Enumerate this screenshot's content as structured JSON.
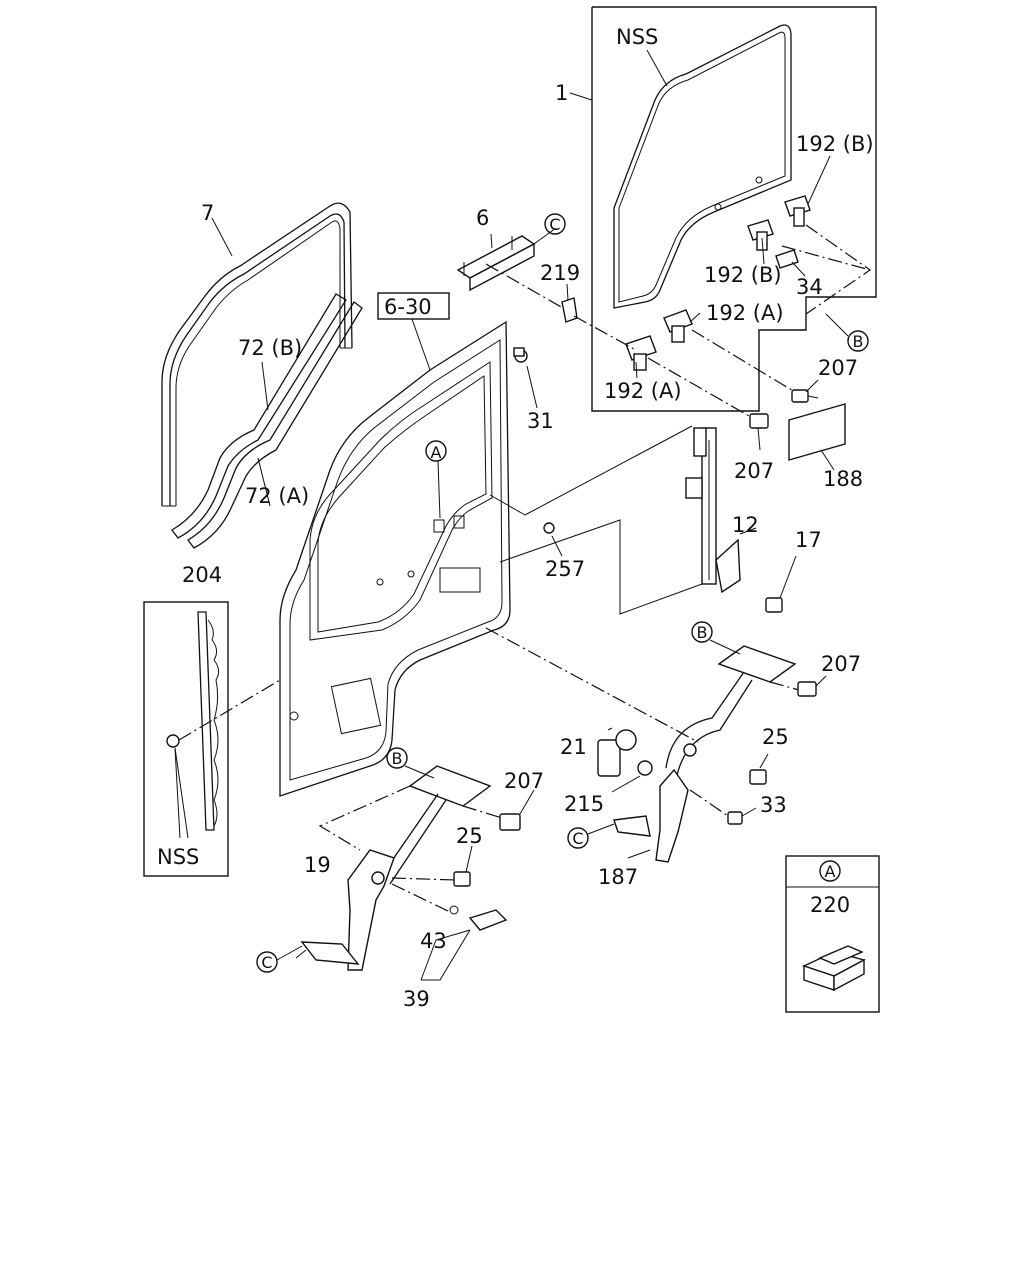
{
  "callouts": {
    "p1": "1",
    "nss_glass": "NSS",
    "p192b_a": "192 (B)",
    "p192b_b": "192 (B)",
    "p34": "34",
    "p192a_a": "192 (A)",
    "p192a_b": "192 (A)",
    "p207_a": "207",
    "p207_b": "207",
    "p207_c": "207",
    "p207_d": "207",
    "p188": "188",
    "p7": "7",
    "p6": "6",
    "p219": "219",
    "p630": "6-30",
    "p72b": "72 (B)",
    "p72a": "72 (A)",
    "p31": "31",
    "p12": "12",
    "p17": "17",
    "p257": "257",
    "p204": "204",
    "nss_strip": "NSS",
    "p21": "21",
    "p25_a": "25",
    "p25_b": "25",
    "p215": "215",
    "p33": "33",
    "p187": "187",
    "p19": "19",
    "p43": "43",
    "p39": "39",
    "p220": "220"
  },
  "refs": {
    "a_door": "A",
    "a_inset": "A",
    "b_right": "B",
    "b_reg_r": "B",
    "b_reg_l": "B",
    "c_top": "C",
    "c_reg_r": "C",
    "c_reg_l": "C"
  }
}
